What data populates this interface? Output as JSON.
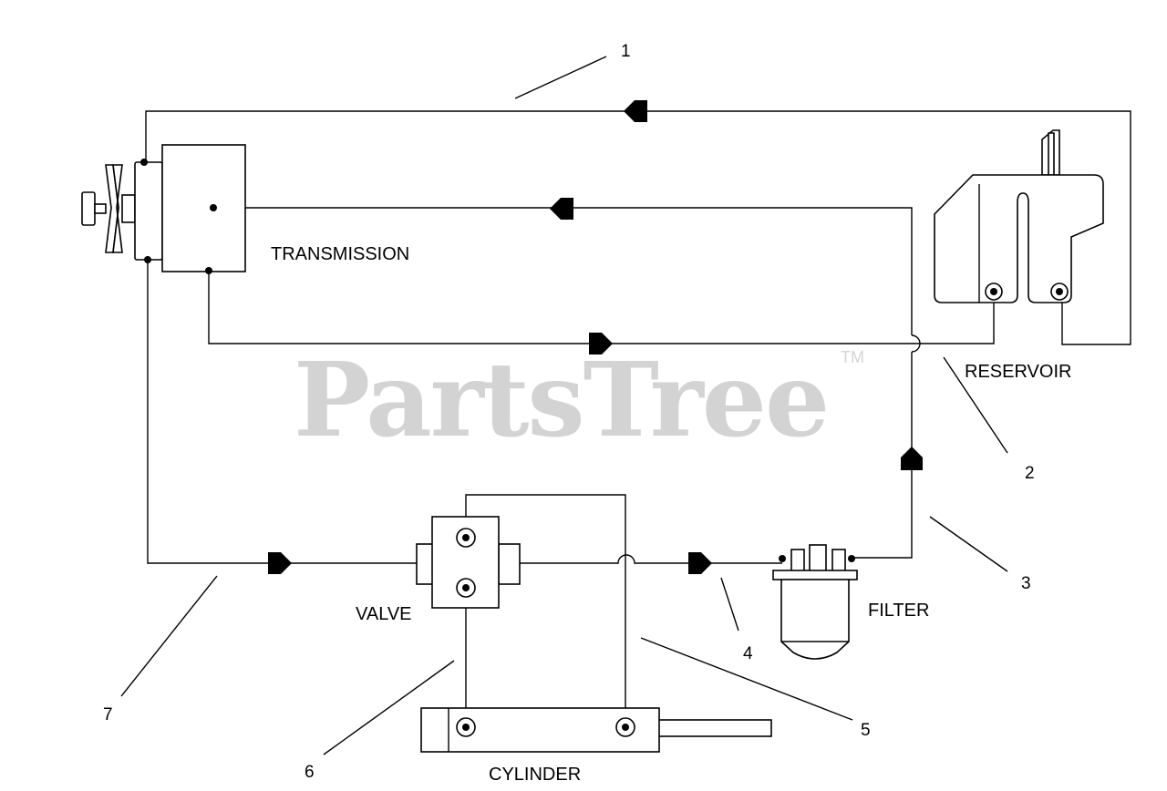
{
  "watermark": {
    "text": "PartsTree",
    "trademark": "TM"
  },
  "labels": {
    "transmission": "TRANSMISSION",
    "reservoir": "RESERVOIR",
    "valve": "VALVE",
    "filter": "FILTER",
    "cylinder": "CYLINDER"
  },
  "callouts": [
    "1",
    "2",
    "3",
    "4",
    "5",
    "6",
    "7"
  ]
}
